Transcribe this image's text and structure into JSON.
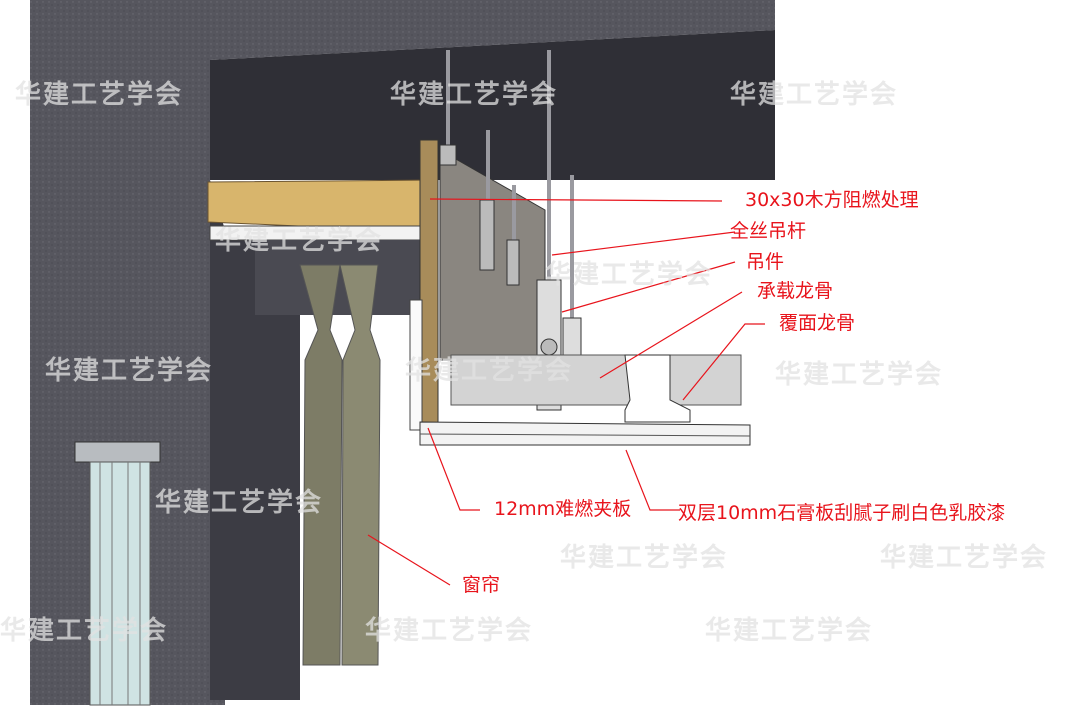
{
  "watermark": "华建工艺学会",
  "labels": {
    "wood": "30x30木方阻燃处理",
    "rod": "全丝吊杆",
    "hanger": "吊件",
    "main_keel": "承载龙骨",
    "cover_keel": "覆面龙骨",
    "plywood": "12mm难燃夹板",
    "gypsum": "双层10mm石膏板刮腻子刷白色乳胶漆",
    "curtain": "窗帘"
  },
  "colors": {
    "label": "#e8141c",
    "concrete": "#55555d",
    "slab_face": "#2f2f36",
    "wood": "#d8b56c"
  }
}
